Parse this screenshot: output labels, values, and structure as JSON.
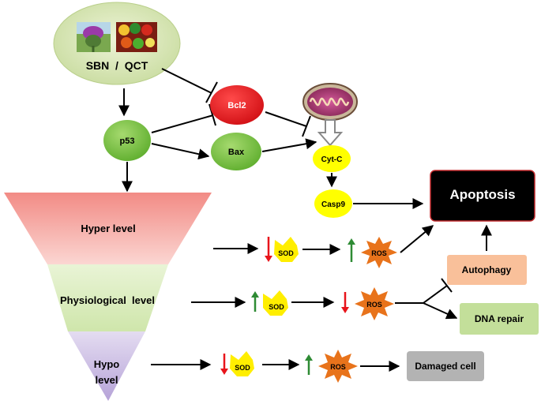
{
  "source": {
    "label": "SBN  /  QCT",
    "thistle_image": "thistle-flower",
    "produce_image": "fruits-vegetables"
  },
  "nodes": {
    "p53": "p53",
    "bcl2": "Bcl2",
    "bax": "Bax",
    "mito_image": "mitochondrion",
    "cytc": "Cyt-C",
    "casp9": "Casp9",
    "apoptosis": "Apoptosis",
    "autophagy": "Autophagy",
    "dna_repair": "DNA repair",
    "damaged_cell": "Damaged cell"
  },
  "levels": {
    "hyper": "Hyper level",
    "physiological": "Physiological  level",
    "hypo_line1": "Hypo",
    "hypo_line2": "level"
  },
  "rows": [
    {
      "sod": "SOD",
      "sod_change": "down",
      "ros": "ROS",
      "ros_change": "up"
    },
    {
      "sod": "SOD",
      "sod_change": "up",
      "ros": "ROS",
      "ros_change": "down"
    },
    {
      "sod": "SOD",
      "sod_change": "down",
      "ros": "ROS",
      "ros_change": "up"
    }
  ],
  "colors": {
    "green_node": "#7ac143",
    "red_node": "#e8141b",
    "cytc_yellow": "#ffff00",
    "apoptosis_bg": "#000000",
    "autophagy": "#f9c09a",
    "dna_repair": "#c3df9a",
    "damaged_cell": "#b3b3b3",
    "ros_star": "#e8731b",
    "sod_yellow": "#ffee00",
    "up_arrow": "#2e8b34",
    "down_arrow": "#e8141b",
    "hyper_band": "#f5a6a0",
    "physio_band": "#dbedbe",
    "hypo_band": "#c9b9e3"
  }
}
